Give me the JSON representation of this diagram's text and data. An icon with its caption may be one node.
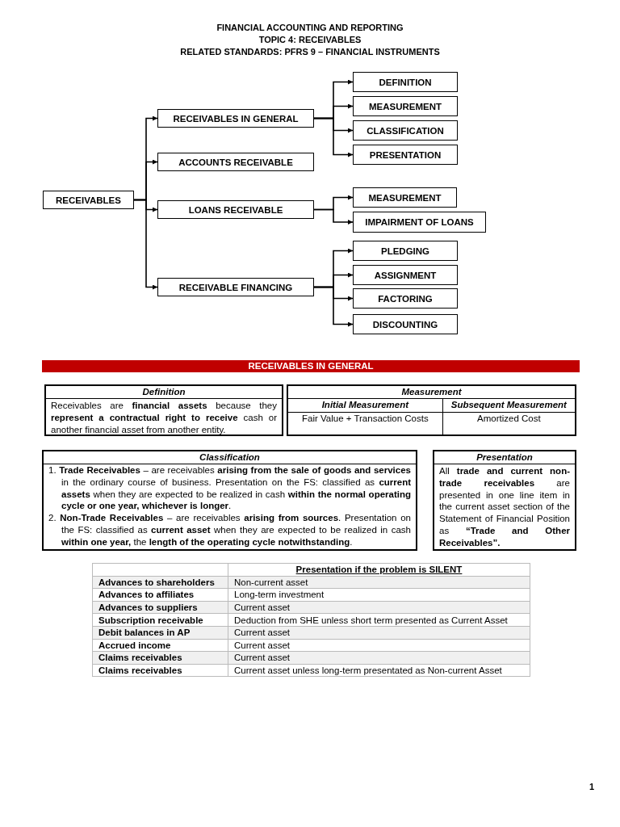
{
  "diagram": {
    "title": "FINANCIAL ACCOUNTING AND REPORTING",
    "nodes": [
      {
        "text": [
          "RECEIVABLES"
        ]
      },
      {
        "text": [
          "RECEIVABLES IN GENERAL"
        ]
      },
      {
        "text": [
          "ACCOUNTS RECEIVABLE"
        ]
      },
      {
        "text": [
          "LOANS RECEIVABLE"
        ]
      },
      {
        "text": [
          "RECEIVABLE FINANCING"
        ]
      },
      {
        "text": [
          "DEFINITION"
        ]
      },
      {
        "text": [
          "MEASUREMENT"
        ]
      },
      {
        "text": [
          "CLASSIFICATION"
        ]
      },
      {
        "text": [
          "PRESENTATION"
        ]
      },
      {
        "text": [
          "MEASUREMENT"
        ]
      },
      {
        "text": [
          "IMPAIRMENT OF LOANS"
        ]
      },
      {
        "text": [
          "PLEDGING"
        ]
      },
      {
        "text": [
          "ASSIGNMENT"
        ]
      },
      {
        "text": [
          "FACTORING"
        ]
      },
      {
        "text": [
          "DISCOUNTING"
        ]
      },
      {
        "text": [
          "RECEIVABLES IN GENERAL"
        ]
      },
      {
        "text": [
          "Definition",
          "Receivables are **financial assets** because they **represent a contractual right to receive** cash or another financial asset from another entity."
        ]
      },
      {
        "text": [
          "Measurement",
          "Initial Measurement",
          "Subsequent Measurement",
          "Fair Value + Transaction Costs",
          "Amortized Cost"
        ]
      },
      {
        "text": [
          "Classification",
          "1. **Trade Receivables** – are receivables **arising from the sale of goods and services** in the ordinary course of business. Presentation on the FS: classified as **current assets** when they are expected to be realized in cash **within the normal operating cycle or one year, whichever is longer**.",
          "2. **Non-Trade Receivables** – are receivables **arising from sources**. Presentation on the FS: classified as **current asset** when they are expected to be realized in cash **within one year,** the **length of the operating cycle notwithstanding**."
        ]
      },
      {
        "text": [
          "Presentation",
          "All **trade and current non-trade receivables** are presented in one line item in the current asset section of the Statement of Financial Position as **“Trade and Other Receivables”.**"
        ]
      }
    ],
    "edges": [
      {
        "from": 0,
        "to": 1,
        "arrow": "to"
      },
      {
        "from": 0,
        "to": 2,
        "arrow": "to"
      },
      {
        "from": 0,
        "to": 3,
        "arrow": "to"
      },
      {
        "from": 0,
        "to": 4,
        "arrow": "to"
      },
      {
        "from": 1,
        "to": 5,
        "arrow": "to"
      },
      {
        "from": 1,
        "to": 6,
        "arrow": "to"
      },
      {
        "from": 1,
        "to": 7,
        "arrow": "to"
      },
      {
        "from": 1,
        "to": 8,
        "arrow": "to"
      },
      {
        "from": 3,
        "to": 9,
        "arrow": "to"
      },
      {
        "from": 3,
        "to": 10,
        "arrow": "to"
      },
      {
        "from": 4,
        "to": 11,
        "arrow": "to"
      },
      {
        "from": 4,
        "to": 12,
        "arrow": "to"
      },
      {
        "from": 4,
        "to": 13,
        "arrow": "to"
      },
      {
        "from": 4,
        "to": 14,
        "arrow": "to"
      }
    ],
    "labels": [
      "TOPIC 4: RECEIVABLES",
      "RELATED STANDARDS: PFRS 9 – FINANCIAL INSTRUMENTS",
      "Presentation if the problem is SILENT",
      "Advances to shareholders",
      "Non-current asset",
      "Advances to affiliates",
      "Long-term investment",
      "Advances to suppliers",
      "Current asset",
      "Subscription receivable",
      "Deduction from SHE unless short term presented as Current Asset",
      "Debit balances in AP",
      "Current asset",
      "Accrued income",
      "Current asset",
      "Claims receivables",
      "Current asset",
      "Claims receivables",
      "Current asset unless long-term presentated as Non-current Asset",
      "1"
    ]
  }
}
